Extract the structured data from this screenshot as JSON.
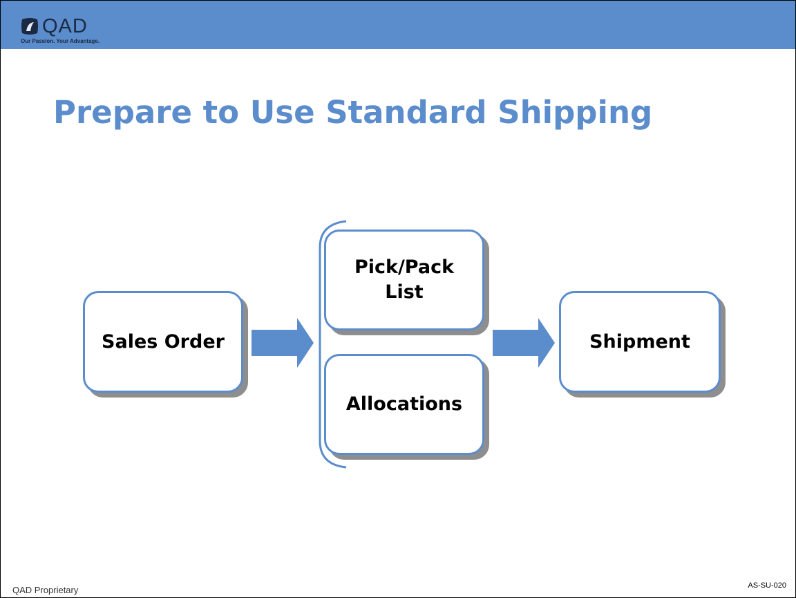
{
  "header": {
    "logo_text": "QAD",
    "tagline": "Our Passion. Your Advantage.",
    "bar_color": "#5b8ccc"
  },
  "slide": {
    "title": "Prepare to Use Standard Shipping",
    "title_color": "#5b8ccc"
  },
  "diagram": {
    "nodes": {
      "sales_order": "Sales Order",
      "pick_pack": "Pick/Pack\nList",
      "allocations": "Allocations",
      "shipment": "Shipment"
    },
    "edges": [
      {
        "from": "sales_order",
        "to": "pick_pack+allocations"
      },
      {
        "from": "pick_pack+allocations",
        "to": "shipment"
      }
    ],
    "node_border_color": "#5b8ccc",
    "arrow_color": "#5b8ccc",
    "shadow_color": "#8e8e8e"
  },
  "footer": {
    "left": "QAD Proprietary",
    "right": "AS-SU-020"
  }
}
